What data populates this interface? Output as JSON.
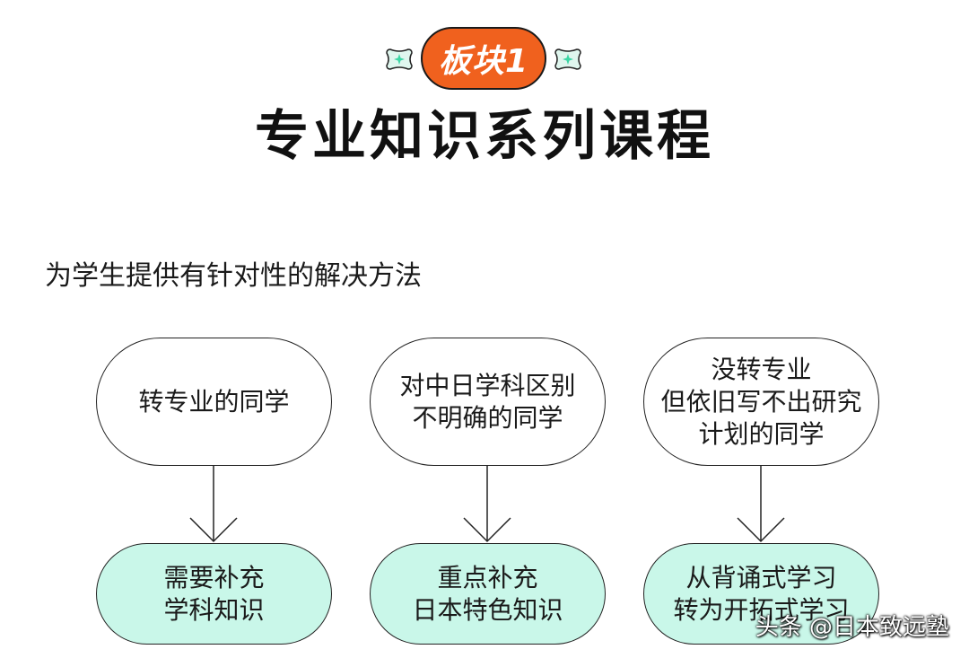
{
  "badge": {
    "label": "板块1",
    "color": "#f0611e"
  },
  "title": "专业知识系列课程",
  "subtitle": "为学生提供有针对性的解决方法",
  "columns": [
    {
      "problem_lines": [
        "转专业的同学"
      ],
      "solution_lines": [
        "需要补充",
        "学科知识"
      ]
    },
    {
      "problem_lines": [
        "对中日学科区别",
        "不明确的同学"
      ],
      "solution_lines": [
        "重点补充",
        "日本特色知识"
      ]
    },
    {
      "problem_lines": [
        "没转专业",
        "但依旧写不出研究",
        "计划的同学"
      ],
      "solution_lines": [
        "从背诵式学习",
        "转为开拓式学习"
      ]
    }
  ],
  "colors": {
    "solution_fill": "#c9f7e9",
    "sparkle_fill": "#dff6ee",
    "sparkle_accent": "#3dd6a5"
  },
  "icons": {
    "sparkle": "sparkle-icon",
    "arrow": "arrow-down-icon"
  },
  "watermark": "头条 @日本致远塾"
}
